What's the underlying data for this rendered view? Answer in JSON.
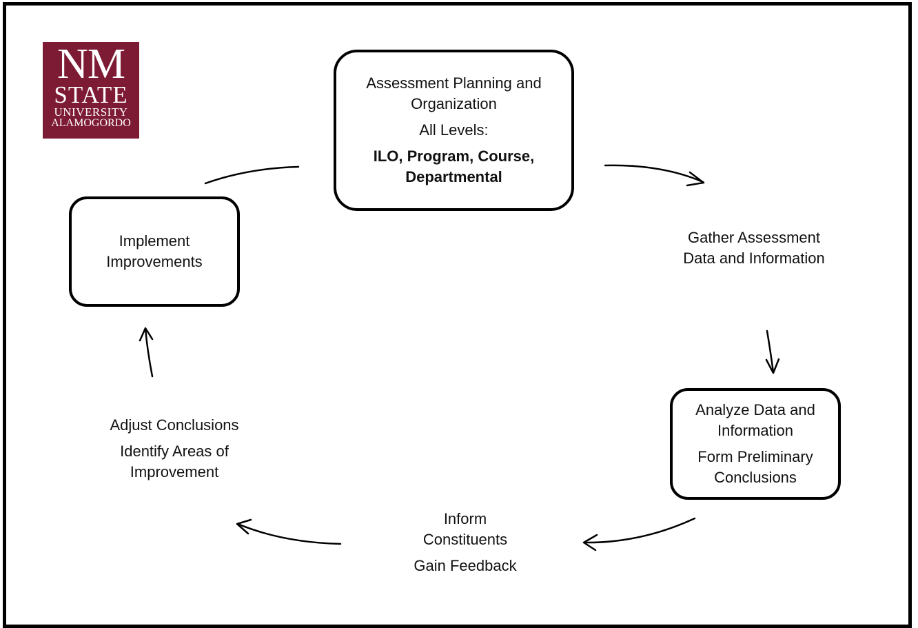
{
  "logo": {
    "line1": "NM",
    "line2": "STATE",
    "line3": "UNIVERSITY",
    "line4": "ALAMOGORDO",
    "color": "#7d1a34"
  },
  "nodes": {
    "planning": {
      "title_line1": "Assessment Planning and",
      "title_line2": "Organization",
      "levels_label": "All Levels:",
      "levels_line1": "ILO, Program, Course,",
      "levels_line2": "Departmental"
    },
    "gather": {
      "line1": "Gather Assessment",
      "line2": "Data and Information"
    },
    "analyze": {
      "line1": "Analyze Data and",
      "line2": "Information",
      "line3": "Form Preliminary",
      "line4": "Conclusions"
    },
    "inform": {
      "line1": "Inform",
      "line2": "Constituents",
      "line3": "Gain Feedback"
    },
    "adjust": {
      "line1": "Adjust Conclusions",
      "line2": "Identify Areas of",
      "line3": "Improvement"
    },
    "implement": {
      "line1": "Implement",
      "line2": "Improvements"
    }
  }
}
